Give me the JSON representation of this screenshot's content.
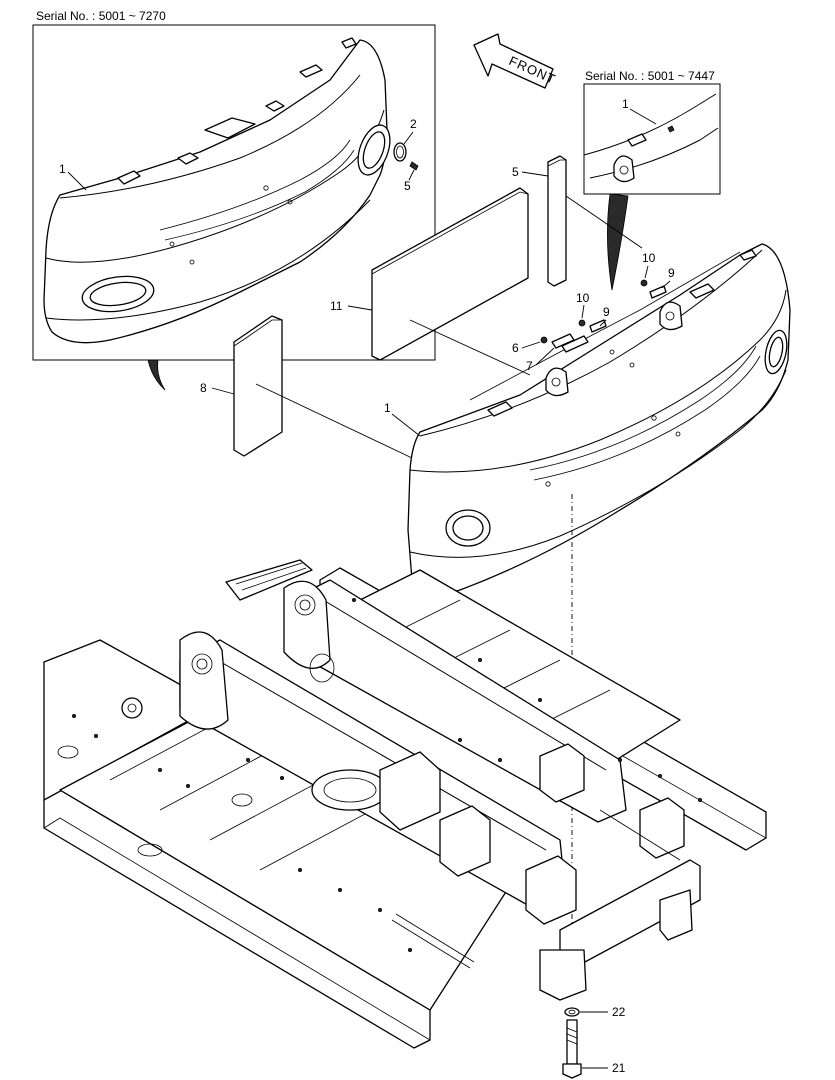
{
  "serial_left": "Serial No. : 5001 ~ 7270",
  "serial_right": "Serial No.  :  5001 ~ 7447",
  "front": "FRONT",
  "callouts": {
    "c1a": "1",
    "c2": "2",
    "c5a": "5",
    "c1b": "1",
    "c5b": "5",
    "c10a": "10",
    "c9a": "9",
    "c10b": "10",
    "c9b": "9",
    "c11": "11",
    "c6": "6",
    "c7": "7",
    "c8": "8",
    "c1c": "1",
    "c22": "22",
    "c21": "21"
  }
}
